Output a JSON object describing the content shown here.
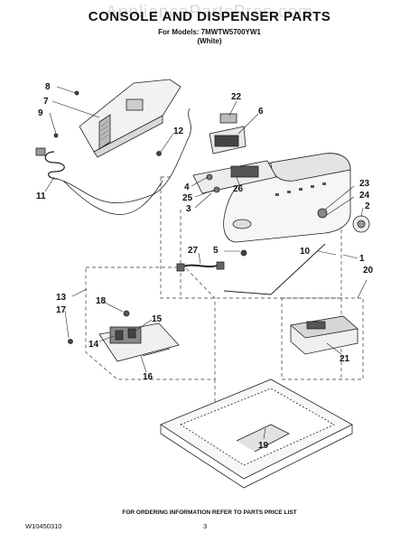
{
  "header": {
    "watermark": "AppliancePartsPros.com",
    "title": "CONSOLE AND DISPENSER PARTS",
    "models_line": "For Models: 7MWTW5700YW1",
    "variant": "(White)"
  },
  "callouts": [
    "1",
    "2",
    "3",
    "4",
    "5",
    "6",
    "7",
    "8",
    "9",
    "10",
    "11",
    "12",
    "13",
    "14",
    "15",
    "16",
    "17",
    "18",
    "19",
    "20",
    "21",
    "22",
    "23",
    "24",
    "25",
    "26",
    "27"
  ],
  "footer": {
    "note": "FOR ORDERING INFORMATION REFER TO PARTS PRICE LIST",
    "doc_number": "W10450310",
    "page": "3"
  }
}
